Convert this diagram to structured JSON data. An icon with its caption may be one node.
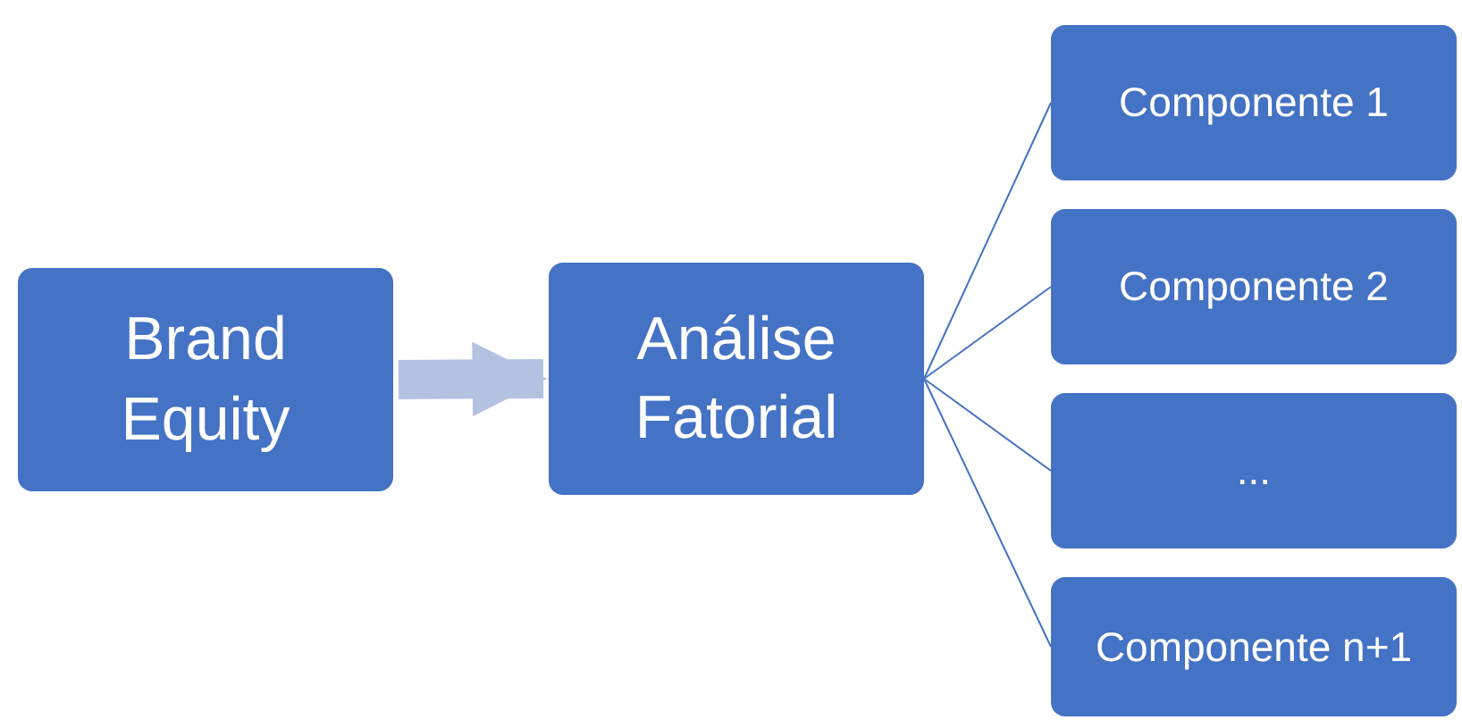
{
  "diagram": {
    "nodes": [
      {
        "text": [
          "Brand Equity"
        ]
      },
      {
        "text": [
          "Análise Fatorial"
        ]
      },
      {
        "text": [
          "Componente 1"
        ]
      },
      {
        "text": [
          "Componente 2"
        ]
      },
      {
        "text": [
          "..."
        ]
      },
      {
        "text": [
          "Componente n+1"
        ]
      }
    ],
    "edges": [
      {
        "from": 0,
        "to": 1,
        "arrow": "to",
        "style": "thick",
        "color": "#b4c2e2"
      },
      {
        "from": 1,
        "to": 2,
        "arrow": "none"
      },
      {
        "from": 1,
        "to": 3,
        "arrow": "none"
      },
      {
        "from": 1,
        "to": 4,
        "arrow": "none"
      },
      {
        "from": 1,
        "to": 5,
        "arrow": "none"
      }
    ]
  }
}
